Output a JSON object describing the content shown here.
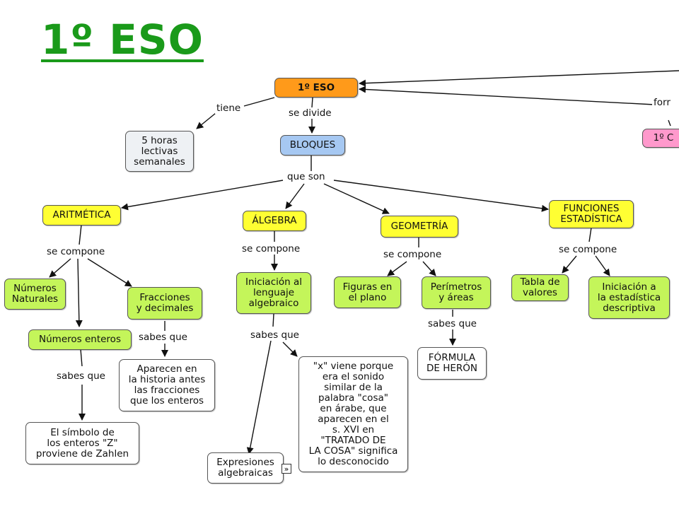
{
  "title": "1º ESO",
  "nodes": {
    "root": "1º ESO",
    "horas": "5 horas\nlectivas\nsemanales",
    "bloques": "BLOQUES",
    "aritmetica": "ARITMÉTICA",
    "algebra": "ÁLGEBRA",
    "geometria": "GEOMETRÍA",
    "funciones": "FUNCIONES\nESTADÍSTICA",
    "naturales": "Números\nNaturales",
    "fracciones": "Fracciones\ny decimales",
    "enteros": "Números enteros",
    "historia": "Aparecen en\nla historia antes\nlas fracciones\nque los enteros",
    "zahlen": "El símbolo de\nlos enteros \"Z\"\nproviene de Zahlen",
    "iniciacion_lenguaje": "Iniciación al\nlenguaje\nalgebraico",
    "expresiones": "Expresiones\nalgebraicas",
    "x_viene": "\"x\" viene porque\nera el sonido\nsimilar de la\npalabra \"cosa\"\nen árabe, que\naparecen en el\ns. XVI en\n\"TRATADO DE\nLA COSA\" significa\nlo desconocido",
    "figuras": "Figuras en\nel plano",
    "perimetros": "Perímetros\ny áreas",
    "heron": "FÓRMULA\nDE HERÓN",
    "tabla": "Tabla de\nvalores",
    "iniciacion_estadistica": "Iniciación a\nla estadística\ndescriptiva",
    "pink_partial": "1º C"
  },
  "labels": {
    "tiene": "tiene",
    "se_divide": "se divide",
    "que_son": "que son",
    "se_compone": "se compone",
    "sabes_que": "sabes que",
    "form_partial": "forr"
  },
  "icons": {
    "expand": "double-chevron-right-icon"
  },
  "colors": {
    "title": "#1a9a1a",
    "root": "#ff9a1a",
    "bloques": "#a6c8f2",
    "blocks": "#ffff33",
    "topics": "#c4f55a",
    "pink": "#ff99cc"
  }
}
